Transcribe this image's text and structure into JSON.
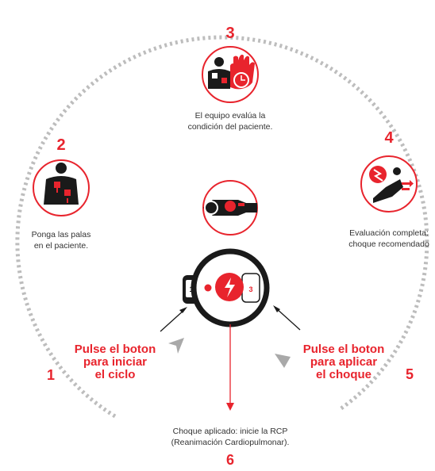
{
  "steps": {
    "s1": {
      "num": "1"
    },
    "s2": {
      "num": "2",
      "line1": "Ponga las palas",
      "line2": "en el paciente."
    },
    "s3": {
      "num": "3",
      "line1": "El equipo evalúa la",
      "line2": "condición del paciente."
    },
    "s4": {
      "num": "4",
      "line1": "Evaluación completa:",
      "line2": "choque recomendado"
    },
    "s5": {
      "num": "5"
    },
    "s6": {
      "num": "6",
      "line1": "Choque aplicado: inicie la RCP",
      "line2": "(Reanimación Cardiopulmonar)."
    }
  },
  "callouts": {
    "start": {
      "line1": "Pulse el boton",
      "line2": "para iniciar",
      "line3": "el ciclo"
    },
    "shock": {
      "line1": "Pulse el boton",
      "line2": "para aplicar",
      "line3": "el choque"
    }
  },
  "device": {
    "button1": "1",
    "button3": "3"
  },
  "colors": {
    "accent": "#e8242d",
    "ring": "#bdbdbd",
    "dark": "#1a1a1a"
  },
  "icons": {
    "step2": "pads-on-chest-icon",
    "step3": "analysis-hand-clock-icon",
    "step4": "shock-advised-icon",
    "center": "patient-top-view-icon",
    "device": "aed-device-icon"
  }
}
